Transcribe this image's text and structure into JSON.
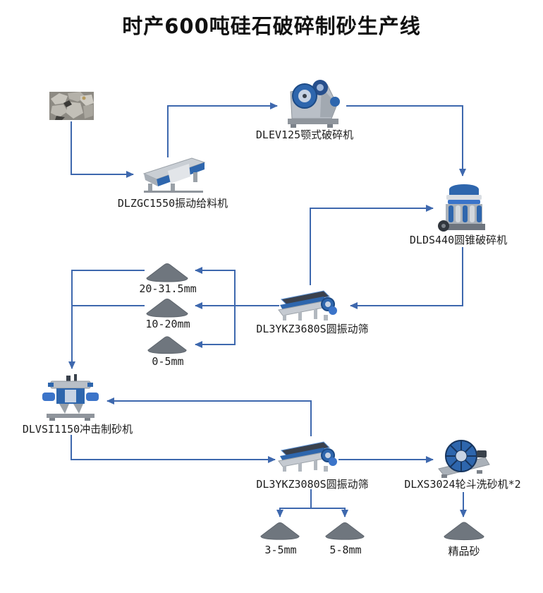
{
  "title": "时产600吨硅石破碎制砂生产线",
  "colors": {
    "flow_line": "#3e68ae",
    "stockpile": "#6f767e",
    "machine_blue": "#2e66ad"
  },
  "machines": {
    "feeder": {
      "label": "DLZGC1550振动给料机"
    },
    "jaw_crusher": {
      "label": "DLEV125颚式破碎机"
    },
    "cone_crusher": {
      "label": "DLDS440圆锥破碎机"
    },
    "screen1": {
      "label": "DL3YKZ3680S圆振动筛"
    },
    "sand_maker": {
      "label": "DLVSI1150冲击制砂机"
    },
    "screen2": {
      "label": "DL3YKZ3080S圆振动筛"
    },
    "sand_washer": {
      "label": "DLXS3024轮斗洗砂机*2"
    }
  },
  "products": {
    "size_20_31_5": {
      "label": "20-31.5mm"
    },
    "size_10_20": {
      "label": "10-20mm"
    },
    "size_0_5": {
      "label": "0-5mm"
    },
    "size_3_5": {
      "label": "3-5mm"
    },
    "size_5_8": {
      "label": "5-8mm"
    },
    "fine_sand": {
      "label": "精品砂"
    }
  }
}
